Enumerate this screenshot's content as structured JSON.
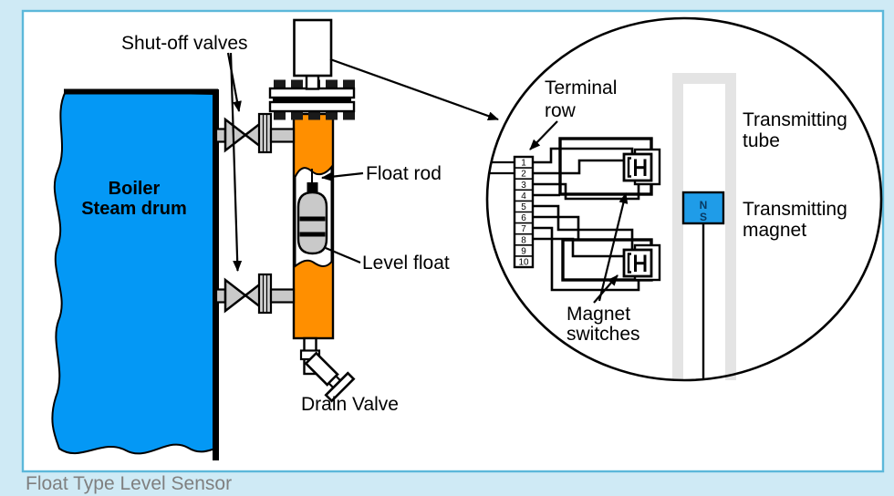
{
  "caption": "Float Type Level Sensor",
  "colors": {
    "background": "#cfeaf5",
    "panel_border": "#5cb8da",
    "drum_blue": "#0498f5",
    "magnet_blue": "#1f9ce8",
    "tube_orange": "#ff8f00",
    "metal_gray": "#c9c9c9",
    "transmitting_tube_gray": "#e4e4e4",
    "caption_gray": "#7f7f7f"
  },
  "main_diagram": {
    "labels": {
      "shut_off_valves": "Shut-off valves",
      "boiler_line1": "Boiler",
      "boiler_line2": "Steam drum",
      "float_rod": "Float rod",
      "level_float": "Level float",
      "drain_valve": "Drain Valve"
    }
  },
  "circle_detail": {
    "labels": {
      "terminal_row_line1": "Terminal",
      "terminal_row_line2": "row",
      "magnet_switches_line1": "Magnet",
      "magnet_switches_line2": "switches",
      "transmitting_tube_line1": "Transmitting",
      "transmitting_tube_line2": "tube",
      "transmitting_magnet_line1": "Transmitting",
      "transmitting_magnet_line2": "magnet"
    },
    "terminal_numbers": [
      "1",
      "2",
      "3",
      "4",
      "5",
      "6",
      "7",
      "8",
      "9",
      "10"
    ],
    "magnet_poles": {
      "north": "N",
      "south": "S"
    }
  }
}
